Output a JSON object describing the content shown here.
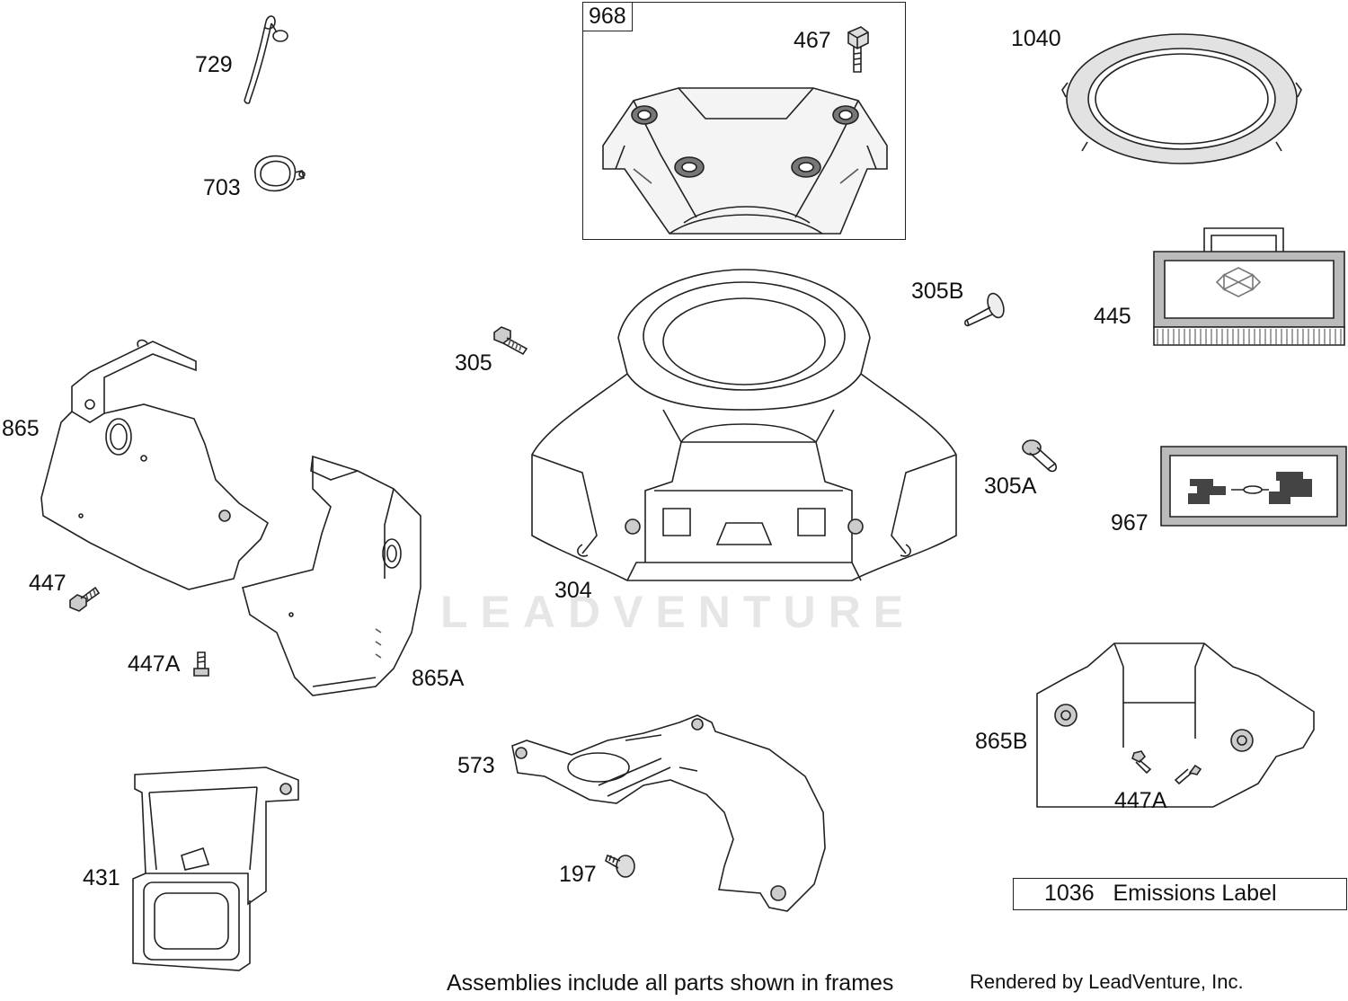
{
  "frame_label": "968",
  "labels": {
    "p729": "729",
    "p703": "703",
    "p467": "467",
    "p1040": "1040",
    "p445": "445",
    "p305B": "305B",
    "p305": "305",
    "p865": "865",
    "p305A": "305A",
    "p967": "967",
    "p447": "447",
    "p304": "304",
    "p447A_left": "447A",
    "p865A": "865A",
    "p865B": "865B",
    "p573": "573",
    "p447A_right": "447A",
    "p431": "431",
    "p197": "197"
  },
  "emissions": {
    "number": "1036",
    "text": "Emissions Label"
  },
  "watermark": "LEADVENTURE",
  "footer": {
    "note": "Assemblies include all parts shown in frames",
    "credit": "Rendered by LeadVenture, Inc."
  }
}
